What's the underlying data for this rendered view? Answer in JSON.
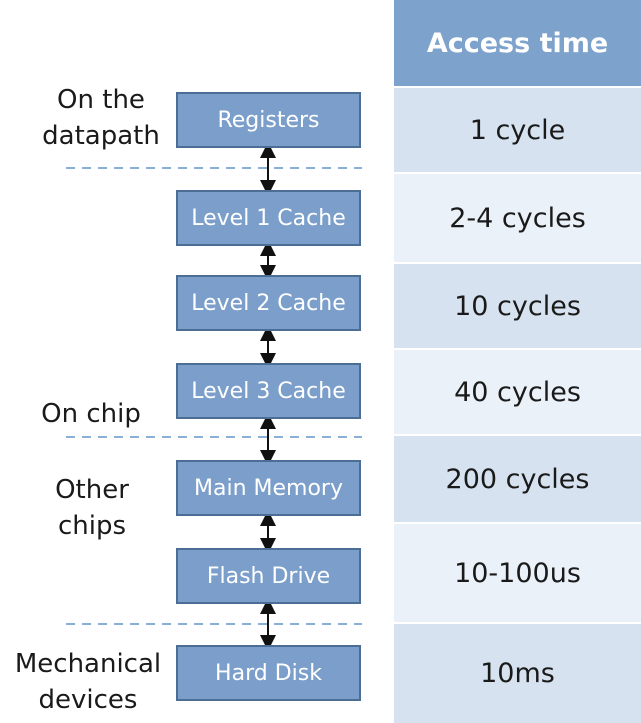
{
  "hierarchy": {
    "levels": [
      {
        "label": "Registers"
      },
      {
        "label": "Level 1 Cache"
      },
      {
        "label": "Level 2 Cache"
      },
      {
        "label": "Level 3 Cache"
      },
      {
        "label": "Main Memory"
      },
      {
        "label": "Flash Drive"
      },
      {
        "label": "Hard Disk"
      }
    ]
  },
  "groups": [
    {
      "label": "On the\ndatapath"
    },
    {
      "label": "On chip"
    },
    {
      "label": "Other\nchips"
    },
    {
      "label": "Mechanical\ndevices"
    }
  ],
  "table": {
    "header": "Access time",
    "rows": [
      "1 cycle",
      "2-4 cycles",
      "10 cycles",
      "40 cycles",
      "200 cycles",
      "10-100us",
      "10ms"
    ]
  },
  "colors": {
    "box_fill": "#7b9fca",
    "box_border": "#4d6e94",
    "header_fill": "#7da2cc",
    "row_alt_a": "#d6e2ef",
    "row_alt_b": "#ebf1f8",
    "divider": "#8aaed6",
    "arrow": "#111111"
  }
}
